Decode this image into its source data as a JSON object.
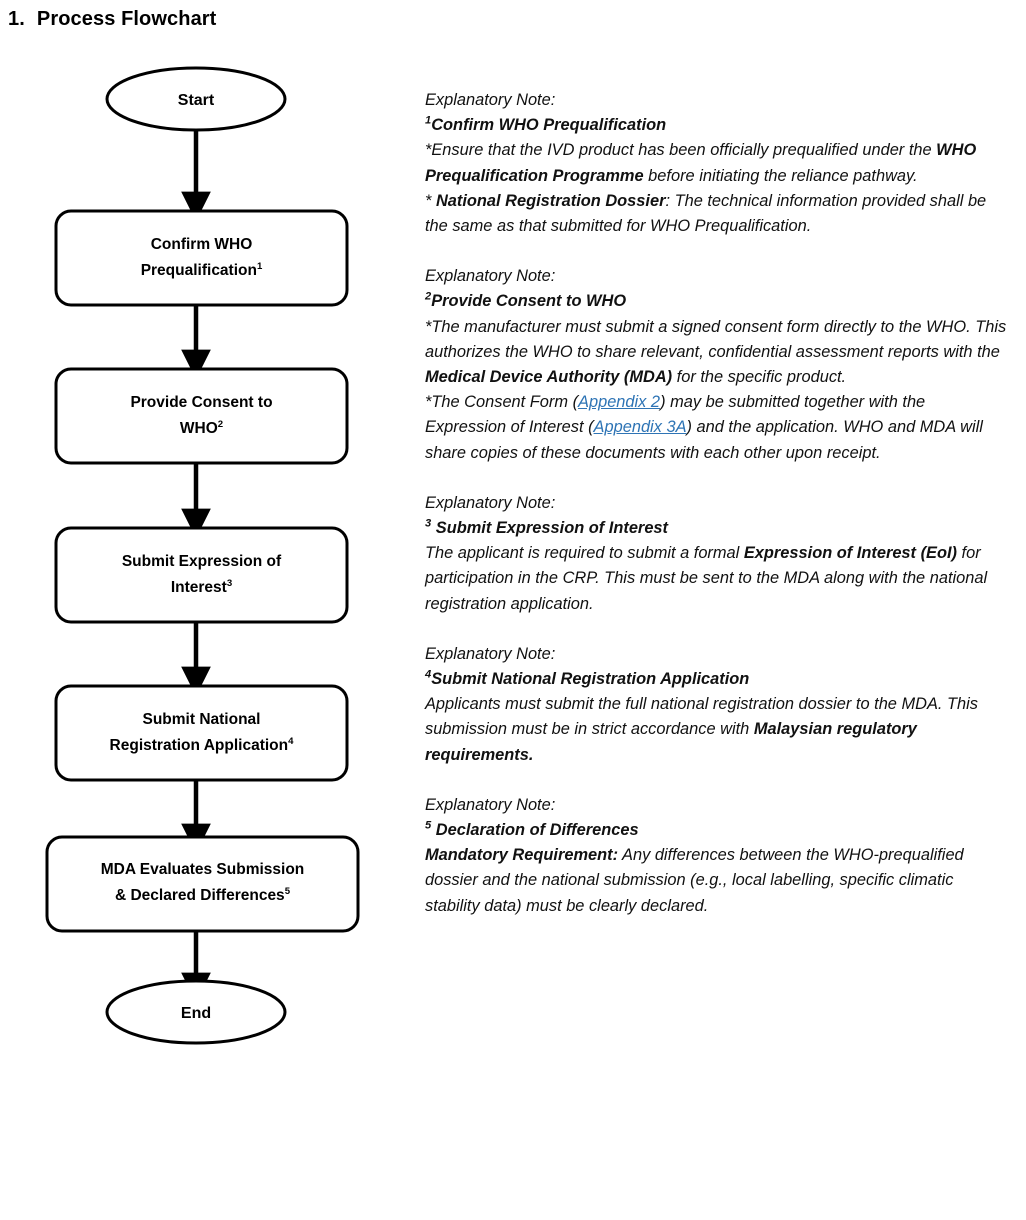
{
  "title": {
    "number": "1.",
    "text": "Process Flowchart"
  },
  "flowchart": {
    "shape_colors": {
      "stroke": "#000000",
      "fill": "#FFFFFF",
      "arrow": "#000000"
    },
    "nodes": [
      {
        "id": "start",
        "shape": "ellipse",
        "label_line1": "Start",
        "label_line2": "",
        "superscript": ""
      },
      {
        "id": "confirm",
        "shape": "rounded-rect",
        "label_line1": "Confirm WHO",
        "label_line2": "Prequalification",
        "superscript": "1"
      },
      {
        "id": "consent",
        "shape": "rounded-rect",
        "label_line1": "Provide Consent to",
        "label_line2": "WHO",
        "superscript": "2"
      },
      {
        "id": "eoi",
        "shape": "rounded-rect",
        "label_line1": "Submit Expression of",
        "label_line2": "Interest",
        "superscript": "3"
      },
      {
        "id": "national",
        "shape": "rounded-rect",
        "label_line1": "Submit National",
        "label_line2": "Registration Application",
        "superscript": "4"
      },
      {
        "id": "evaluate",
        "shape": "rounded-rect",
        "label_line1": "MDA Evaluates Submission",
        "label_line2": "& Declared Differences",
        "superscript": "5"
      },
      {
        "id": "end",
        "shape": "ellipse",
        "label_line1": "End",
        "label_line2": "",
        "superscript": ""
      }
    ],
    "connectors": [
      {
        "from": "start",
        "to": "confirm"
      },
      {
        "from": "confirm",
        "to": "consent"
      },
      {
        "from": "consent",
        "to": "eoi"
      },
      {
        "from": "eoi",
        "to": "national"
      },
      {
        "from": "national",
        "to": "evaluate"
      },
      {
        "from": "evaluate",
        "to": "end"
      }
    ]
  },
  "notes": {
    "heading_label": "Explanatory Note:",
    "link_color": "#2E74B5",
    "items": [
      {
        "marker": "1",
        "title": "Confirm WHO Prequalification",
        "title_space_after_marker": false,
        "paragraphs": [
          {
            "runs": [
              {
                "t": "*Ensure that the IVD product has been officially prequalified under the ",
                "b": false
              },
              {
                "t": "WHO Prequalification Programme",
                "b": true
              },
              {
                "t": " before initiating the reliance pathway.",
                "b": false
              }
            ]
          },
          {
            "runs": [
              {
                "t": "* ",
                "b": false
              },
              {
                "t": "National Registration Dossier",
                "b": true
              },
              {
                "t": ": The technical information provided shall be the same as that submitted for WHO Prequalification.",
                "b": false
              }
            ]
          }
        ]
      },
      {
        "marker": "2",
        "title": "Provide Consent to WHO",
        "title_space_after_marker": false,
        "paragraphs": [
          {
            "runs": [
              {
                "t": "*The manufacturer must submit a signed consent form directly to the WHO. This authorizes the WHO to share relevant, confidential assessment reports with the ",
                "b": false
              },
              {
                "t": "Medical Device Authority (MDA)",
                "b": true
              },
              {
                "t": " for the specific product.",
                "b": false
              }
            ]
          },
          {
            "runs": [
              {
                "t": "*The Consent Form (",
                "b": false
              },
              {
                "t": "Appendix 2",
                "b": false,
                "link": true
              },
              {
                "t": ") may be submitted together with the Expression of Interest (",
                "b": false
              },
              {
                "t": "Appendix 3A",
                "b": false,
                "link": true
              },
              {
                "t": ") and the application. WHO and MDA will share copies of these documents with each other upon receipt.",
                "b": false
              }
            ]
          }
        ]
      },
      {
        "marker": "3",
        "title": "Submit Expression of Interest",
        "title_space_after_marker": true,
        "paragraphs": [
          {
            "runs": [
              {
                "t": "The applicant is required to submit a formal ",
                "b": false
              },
              {
                "t": "Expression of Interest (EoI)",
                "b": true
              },
              {
                "t": " for participation in the CRP. This must be sent to the MDA along with the national registration application.",
                "b": false
              }
            ]
          }
        ]
      },
      {
        "marker": "4",
        "title": "Submit National Registration Application",
        "title_space_after_marker": false,
        "paragraphs": [
          {
            "runs": [
              {
                "t": "Applicants must submit the full national registration dossier to the MDA. This submission must be in strict accordance with ",
                "b": false
              },
              {
                "t": "Malaysian regulatory requirements.",
                "b": true
              }
            ]
          }
        ]
      },
      {
        "marker": "5",
        "title": "Declaration of Differences",
        "title_space_after_marker": true,
        "paragraphs": [
          {
            "runs": [
              {
                "t": "Mandatory Requirement:",
                "b": true
              },
              {
                "t": " Any differences between the WHO-prequalified dossier and the national submission (e.g., local labelling, specific climatic stability data) must be clearly declared.",
                "b": false
              }
            ]
          }
        ]
      }
    ]
  }
}
